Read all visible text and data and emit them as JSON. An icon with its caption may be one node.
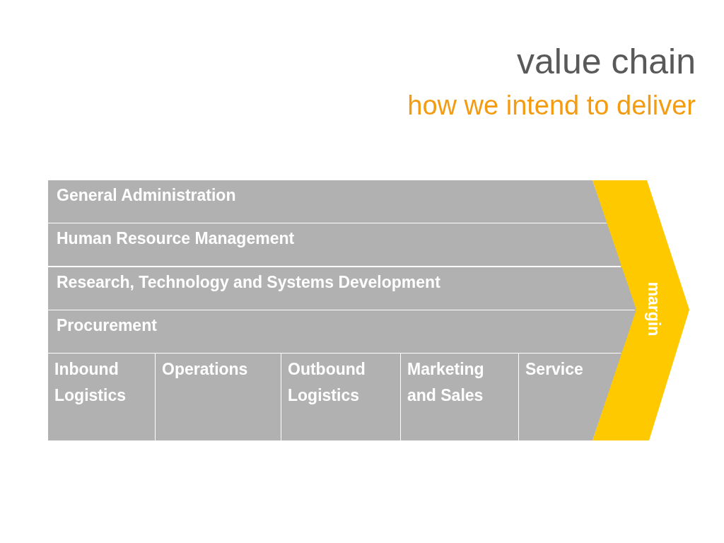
{
  "diagram": {
    "title": "value chain",
    "caption": "how we intend to deliver",
    "nodes": [
      {
        "text": [
          "General Administration"
        ]
      },
      {
        "text": [
          "Human Resource Management"
        ]
      },
      {
        "text": [
          "Research, Technology and Systems Development"
        ]
      },
      {
        "text": [
          "Procurement"
        ]
      },
      {
        "text": [
          "Inbound Logistics"
        ]
      },
      {
        "text": [
          "Operations"
        ]
      },
      {
        "text": [
          "Outbound Logistics"
        ]
      },
      {
        "text": [
          "Marketing and Sales"
        ]
      },
      {
        "text": [
          "Service"
        ]
      },
      {
        "text": [
          "margin"
        ]
      }
    ],
    "edges": []
  }
}
